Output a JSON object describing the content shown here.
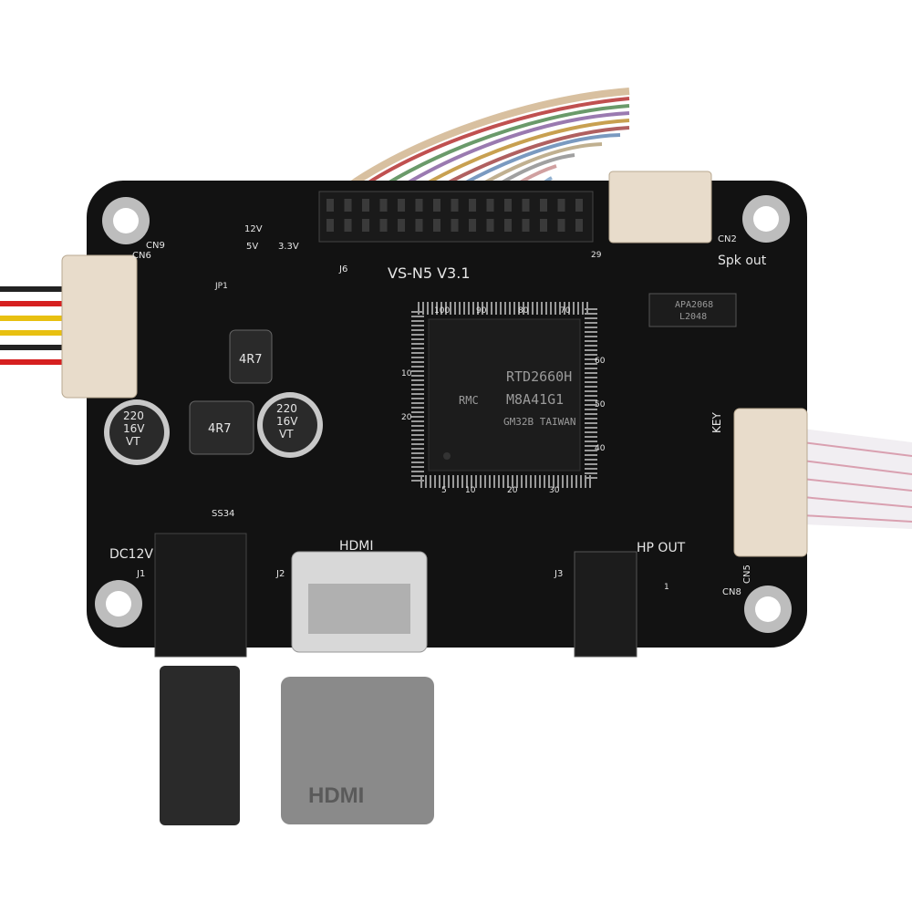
{
  "labels": {
    "board_model": "VS-N5 V3.1",
    "chip_line1": "RTD2660H",
    "chip_line2": "M8A41G1",
    "chip_line3": "GM32B TAIWAN",
    "rmc": "RMC",
    "hdmi_silk": "HDMI",
    "hdmi_cable": "HDMI",
    "dc12v": "DC12V",
    "hp_out": "HP OUT",
    "spk_out": "Spk out",
    "key": "KEY",
    "amp_chip": "APA2068",
    "amp_chip2": "L2048",
    "cap_left_1": "220",
    "cap_left_2": "16V",
    "cap_left_3": "VT",
    "cap_right_1": "220",
    "cap_right_2": "16V",
    "cap_right_3": "VT",
    "inductor_top": "4R7",
    "inductor_bottom": "4R7",
    "diode": "SS34",
    "v12": "12V",
    "v5": "5V",
    "v33": "3.3V",
    "cn9": "CN9",
    "cn6": "CN6",
    "cn2": "CN2",
    "cn5": "CN5",
    "cn8": "CN8",
    "j1": "J1",
    "j2": "J2",
    "j3": "J3",
    "j6": "J6",
    "jp1": "JP1",
    "pin29": "29",
    "pin1": "1",
    "tick_100": "100",
    "tick_90": "90",
    "tick_80": "80",
    "tick_70": "70",
    "tick_60": "60",
    "tick_50": "50",
    "tick_40": "40",
    "tick_5": "5",
    "tick_10": "10",
    "tick_20": "20",
    "tick_30": "30",
    "tick_l10": "10",
    "tick_l20": "20"
  },
  "colors": {
    "pcb": "#121212",
    "silkscreen": "#e6e6e6",
    "connector": "#e8dccb",
    "pad": "#c9c9c9",
    "cable_gray": "#8a8a8a"
  }
}
